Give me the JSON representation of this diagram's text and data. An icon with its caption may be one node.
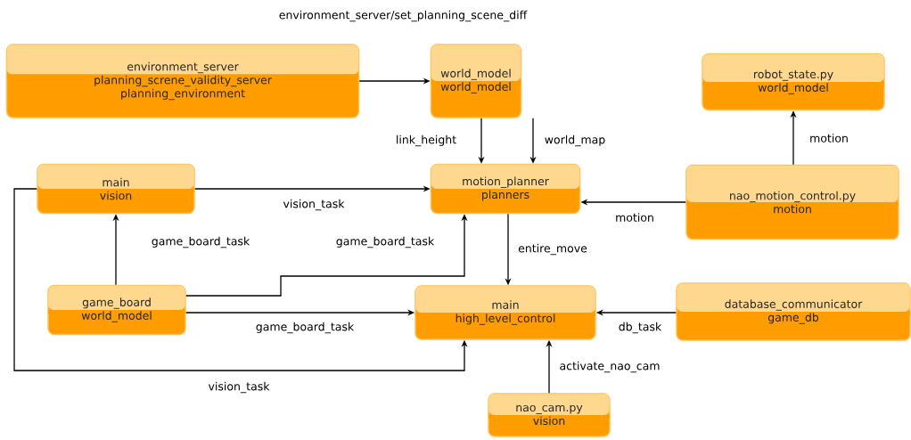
{
  "diagram": {
    "nodes": [
      {
        "text": [
          "environment_server",
          "planning_screne_validity_server",
          "planning_environment"
        ]
      },
      {
        "text": [
          "world_model",
          "world_model"
        ]
      },
      {
        "text": [
          "robot_state.py",
          "world_model"
        ]
      },
      {
        "text": [
          "main",
          "vision"
        ]
      },
      {
        "text": [
          "motion_planner",
          "planners"
        ]
      },
      {
        "text": [
          "nao_motion_control.py",
          "motion"
        ]
      },
      {
        "text": [
          "game_board",
          "world_model"
        ]
      },
      {
        "text": [
          "main",
          "high_level_control"
        ]
      },
      {
        "text": [
          "database_communicator",
          "game_db"
        ]
      },
      {
        "text": [
          "nao_cam.py",
          "vision"
        ]
      }
    ],
    "edges": [
      {
        "from": 0,
        "to": 1,
        "arrow": "to"
      },
      {
        "from": 1,
        "to": 4,
        "arrow": "to",
        "label": "link_height"
      },
      {
        "from": 1,
        "to": 4,
        "arrow": "to",
        "label": "world_map"
      },
      {
        "from": 3,
        "to": 4,
        "arrow": "to",
        "label": "vision_task"
      },
      {
        "from": 5,
        "to": 4,
        "arrow": "to",
        "label": "motion"
      },
      {
        "from": 5,
        "to": 2,
        "arrow": "to",
        "label": "motion"
      },
      {
        "from": 6,
        "to": 3,
        "arrow": "to",
        "label": "game_board_task"
      },
      {
        "from": 6,
        "to": 4,
        "arrow": "to",
        "label": "game_board_task"
      },
      {
        "from": 6,
        "to": 7,
        "arrow": "to",
        "label": "game_board_task"
      },
      {
        "from": 3,
        "to": 7,
        "arrow": "to",
        "label": "vision_task"
      },
      {
        "from": 4,
        "to": 7,
        "arrow": "to",
        "label": "entire_move"
      },
      {
        "from": 8,
        "to": 7,
        "arrow": "to",
        "label": "db_task"
      },
      {
        "from": 9,
        "to": 7,
        "arrow": "to",
        "label": "activate_nao_cam"
      }
    ],
    "labels": [
      "environment_server/set_planning_scene_diff"
    ]
  }
}
